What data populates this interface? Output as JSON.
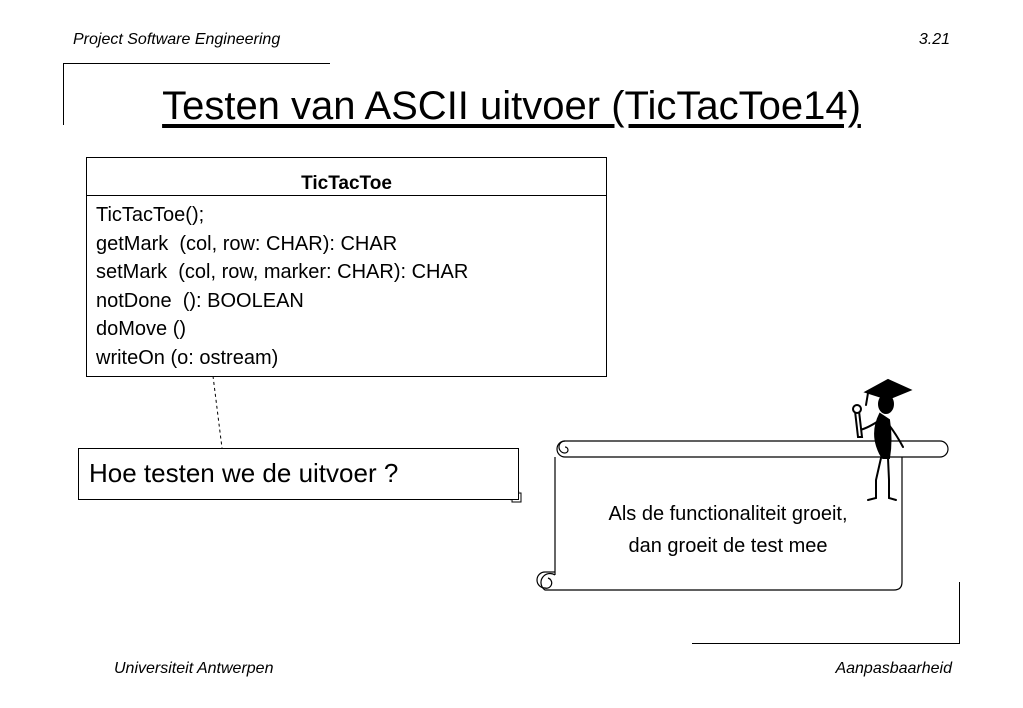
{
  "header": {
    "course": "Project Software Engineering",
    "slide_number": "3.21"
  },
  "title": "Testen van ASCII uitvoer (TicTacToe14)",
  "class_box": {
    "name": "TicTacToe",
    "operations": [
      "TicTacToe();",
      "getMark  (col, row: CHAR): CHAR",
      "setMark  (col, row, marker: CHAR): CHAR",
      "notDone  (): BOOLEAN",
      "doMove ()",
      "writeOn (o: ostream)"
    ]
  },
  "note": {
    "text": "Hoe testen we de uitvoer ?"
  },
  "scroll": {
    "line1": "Als de functionaliteit groeit,",
    "line2": "dan groeit de test mee"
  },
  "footer": {
    "left": "Universiteit Antwerpen",
    "right": "Aanpasbaarheid"
  },
  "icons": {
    "graduate": "graduate-figure-icon",
    "scroll": "scroll-banner-icon"
  }
}
